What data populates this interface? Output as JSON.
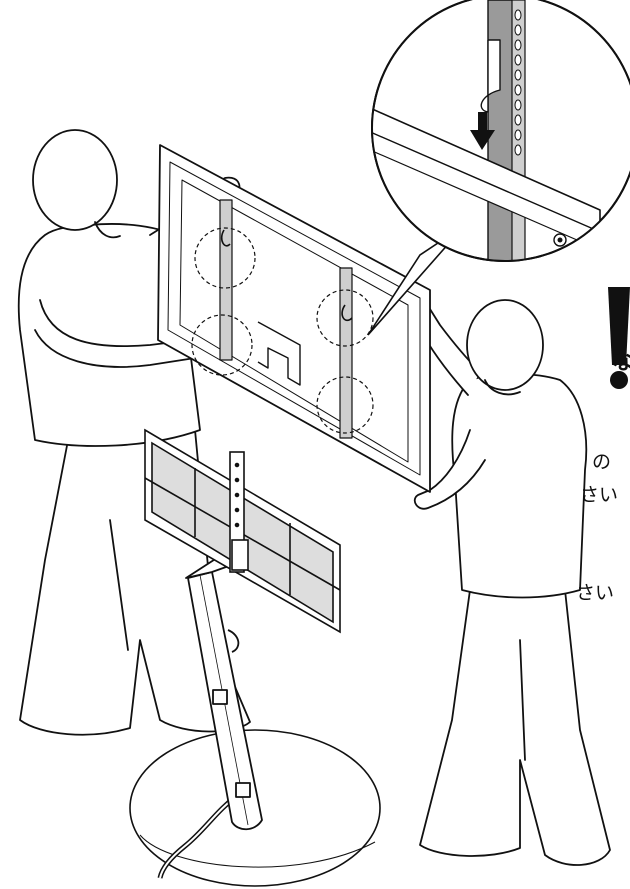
{
  "image_role": "tv-stand-assembly-illustration",
  "text_fragments": {
    "fragment_1": "な",
    "fragment_2": "の",
    "fragment_3": "さい",
    "fragment_4": "さい"
  },
  "warning_mark": "!",
  "colors": {
    "line": "#111111",
    "background": "#ffffff",
    "rail": "#9a9a9a"
  },
  "icons": [
    "down-arrow-icon",
    "exclamation-icon",
    "magnifier-callout-icon",
    "hook-icon"
  ]
}
